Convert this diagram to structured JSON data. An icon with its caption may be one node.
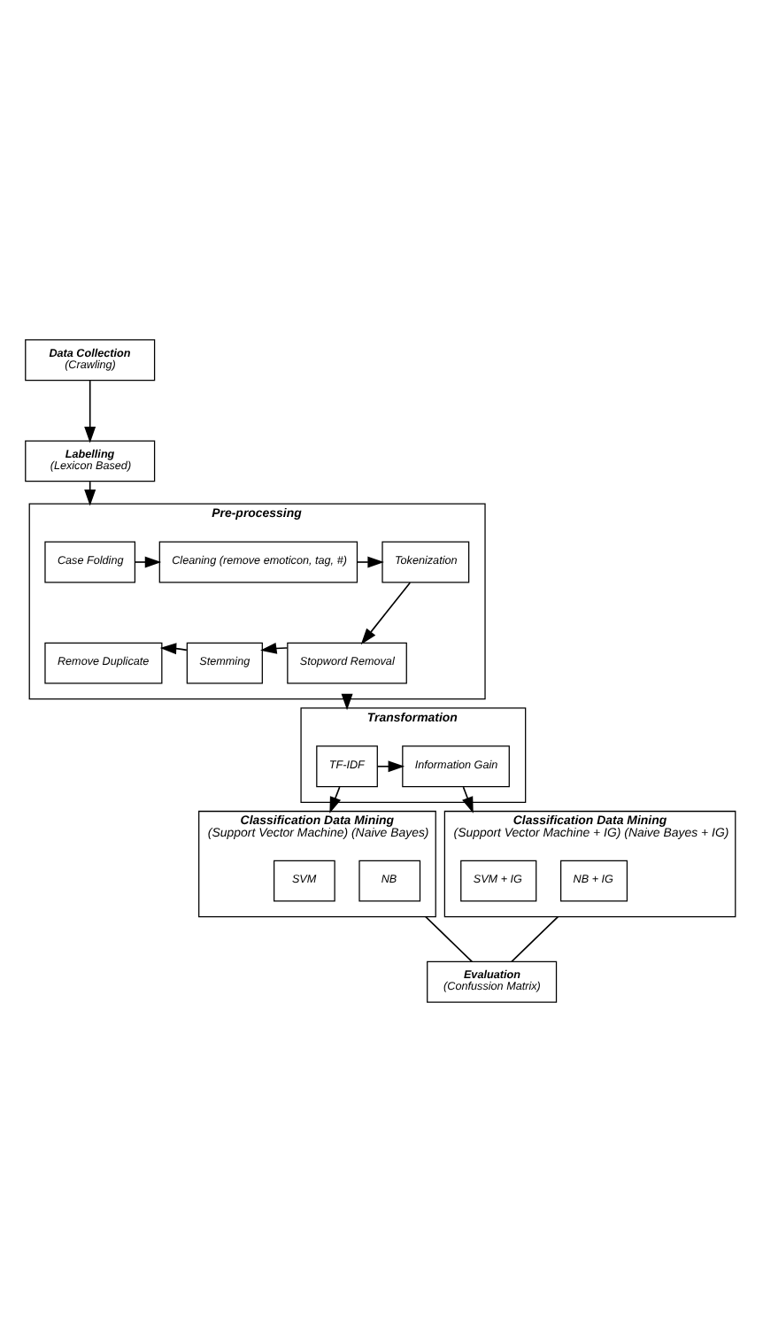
{
  "diagram": {
    "nodes": [
      {
        "text": [
          "Data Collection",
          "(Crawling)"
        ]
      },
      {
        "text": [
          "Labelling",
          "(Lexicon Based)"
        ]
      },
      {
        "text": [
          "Pre-processing"
        ]
      },
      {
        "text": [
          "Case Folding"
        ],
        "in": 2
      },
      {
        "text": [
          "Cleaning (remove emoticon, tag, #)"
        ],
        "in": 2
      },
      {
        "text": [
          "Tokenization"
        ],
        "in": 2
      },
      {
        "text": [
          "Remove Duplicate"
        ],
        "in": 2
      },
      {
        "text": [
          "Stemming"
        ],
        "in": 2
      },
      {
        "text": [
          "Stopword Removal"
        ],
        "in": 2
      },
      {
        "text": [
          "Transformation"
        ]
      },
      {
        "text": [
          "TF-IDF"
        ],
        "in": 9
      },
      {
        "text": [
          "Information Gain"
        ],
        "in": 9
      },
      {
        "text": [
          "Classification Data Mining",
          "(Support Vector Machine) (Naive Bayes)"
        ]
      },
      {
        "text": [
          "SVM"
        ],
        "in": 12
      },
      {
        "text": [
          "NB"
        ],
        "in": 12
      },
      {
        "text": [
          "Classification Data Mining",
          "(Support Vector Machine + IG) (Naive Bayes + IG)"
        ]
      },
      {
        "text": [
          "SVM + IG"
        ],
        "in": 15
      },
      {
        "text": [
          "NB + IG"
        ],
        "in": 15
      },
      {
        "text": [
          "Evaluation",
          "(Confussion Matrix)"
        ]
      }
    ],
    "edges": [
      {
        "from": 0,
        "to": 1,
        "arrow": "to"
      },
      {
        "from": 1,
        "to": 2,
        "arrow": "to"
      },
      {
        "from": 3,
        "to": 4,
        "arrow": "to"
      },
      {
        "from": 4,
        "to": 5,
        "arrow": "to"
      },
      {
        "from": 5,
        "to": 8,
        "arrow": "to"
      },
      {
        "from": 8,
        "to": 7,
        "arrow": "to"
      },
      {
        "from": 7,
        "to": 6,
        "arrow": "to"
      },
      {
        "from": 2,
        "to": 9,
        "arrow": "to"
      },
      {
        "from": 10,
        "to": 11,
        "arrow": "to"
      },
      {
        "from": 10,
        "to": 12,
        "arrow": "to"
      },
      {
        "from": 11,
        "to": 15,
        "arrow": "to"
      },
      {
        "from": 12,
        "to": 18,
        "arrow": "none"
      },
      {
        "from": 15,
        "to": 18,
        "arrow": "none"
      }
    ]
  }
}
